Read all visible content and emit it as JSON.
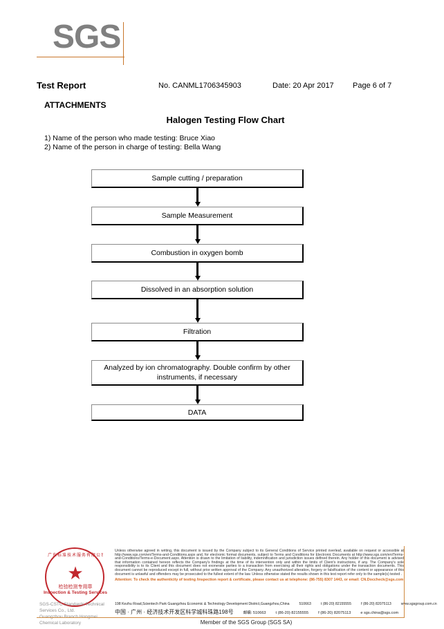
{
  "logo": {
    "text": "SGS"
  },
  "header": {
    "title": "Test Report",
    "report_no": "No. CANML1706345903",
    "date": "Date: 20 Apr 2017",
    "page": "Page 6 of 7",
    "section": "ATTACHMENTS"
  },
  "chart": {
    "title": "Halogen Testing Flow Chart",
    "note_1": "1) Name of the person who made testing: Bruce Xiao",
    "note_2": "2) Name of the person in charge of testing: Bella Wang",
    "steps": [
      {
        "label": "Sample cutting / preparation"
      },
      {
        "label": "Sample Measurement"
      },
      {
        "label": "Combustion in oxygen bomb"
      },
      {
        "label": "Dissolved in an absorption solution"
      },
      {
        "label": "Filtration"
      },
      {
        "label": "Analyzed by ion chromatography. Double confirm by other instruments, if necessary"
      },
      {
        "label": "DATA"
      }
    ]
  },
  "seal": {
    "arc_text_cn": "广东标准技术服务有限公司广州分公司",
    "star": "★",
    "line_cn": "检验检测专用章",
    "line_en": "Inspection & Testing Services",
    "company_en_1": "SGS-CSTC Standards Technical Services Co., Ltd.",
    "company_en_2": "Guangzhou Branch Hongmei Chemical Laboratory"
  },
  "footer": {
    "disclaimer": "Unless otherwise agreed in writing, this document is issued by the Company subject to its General Conditions of Service printed overleaf, available on request or accessible at http://www.sgs.com/en/Terms-and-Conditions.aspx and, for electronic format documents, subject to Terms and Conditions for Electronic Documents at http://www.sgs.com/en/Terms-and-Conditions/Terms-e-Document.aspx. Attention is drawn to the limitation of liability, indemnification and jurisdiction issues defined therein. Any holder of this document is advised that information contained hereon reflects the Company's findings at the time of its intervention only and within the limits of Client's instructions, if any. The Company's sole responsibility is to its Client and this document does not exonerate parties to a transaction from exercising all their rights and obligations under the transaction documents. This document cannot be reproduced except in full, without prior written approval of the Company. Any unauthorized alteration, forgery or falsification of the content or appearance of this document is unlawful and offenders may be prosecuted to the fullest extent of the law. Unless otherwise stated the results shown in this test report refer only to the sample(s) tested .",
    "attention": "Attention: To check the authenticity of testing /inspection report & certificate, please contact us at telephone: (86-755) 8307 1443, or email: CN.Doccheck@sgs.com",
    "address_en": "198 Kezhu Road,Scientech Park Guangzhou Economic & Technology Development District,Guangzhou,China",
    "postcode_en": "510663",
    "tel_en": "t (86-20) 82155555",
    "fax_en": "f (86-20) 82075113",
    "web_en": "www.sgsgroup.com.cn",
    "address_cn": "中国 · 广州 · 经济技术开发区科学城科珠路198号",
    "postcode_cn": "邮编: 510663",
    "tel_cn": "t (86-20) 82155555",
    "fax_cn": "f (86-20) 82075113",
    "email_cn": "e sgs.china@sgs.com",
    "member": "Member of the SGS Group (SGS SA)"
  }
}
